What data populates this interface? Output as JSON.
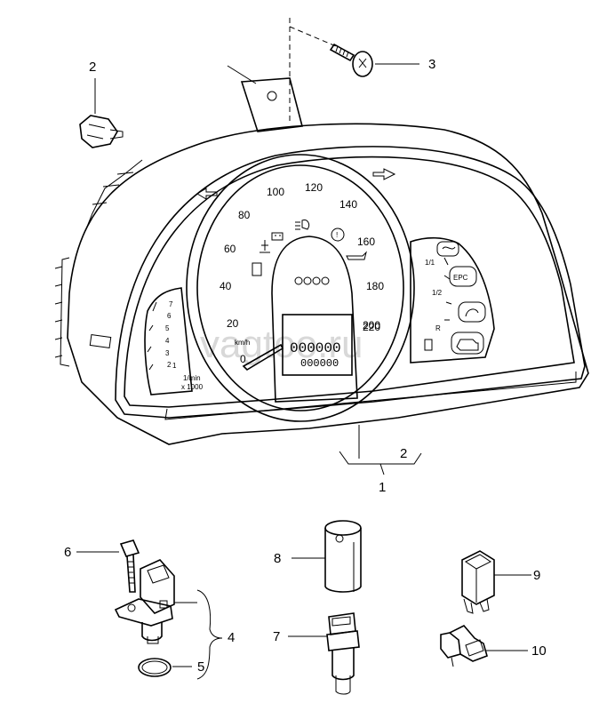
{
  "watermark": "vagtoo.ru",
  "speedometer": {
    "labels": [
      "0",
      "20",
      "40",
      "60",
      "80",
      "100",
      "120",
      "140",
      "160",
      "180",
      "200",
      "220"
    ],
    "unit": "km/h",
    "odometer_trip": "000000",
    "odometer_total": "000000"
  },
  "tachometer": {
    "labels": [
      "1",
      "2",
      "3",
      "4",
      "5",
      "6",
      "7"
    ],
    "unit_line1": "1/min",
    "unit_line2": "x 1000"
  },
  "fuel_gauge": {
    "labels": [
      "1/1",
      "1/2",
      "R"
    ],
    "epc_label": "EPC"
  },
  "callouts": {
    "c1": "1",
    "c2_top": "2",
    "c2_bottom": "2",
    "c3": "3",
    "c4": "4",
    "c5": "5",
    "c6": "6",
    "c7": "7",
    "c8": "8",
    "c9": "9",
    "c10": "10"
  },
  "icons": [
    "screw-icon",
    "bulb-socket-icon",
    "coolant-temp-icon",
    "battery-icon",
    "headlight-icon",
    "brake-warning-icon",
    "oil-can-icon",
    "fuel-pump-icon",
    "engine-check-icon",
    "glow-plug-icon",
    "immobilizer-icon"
  ]
}
